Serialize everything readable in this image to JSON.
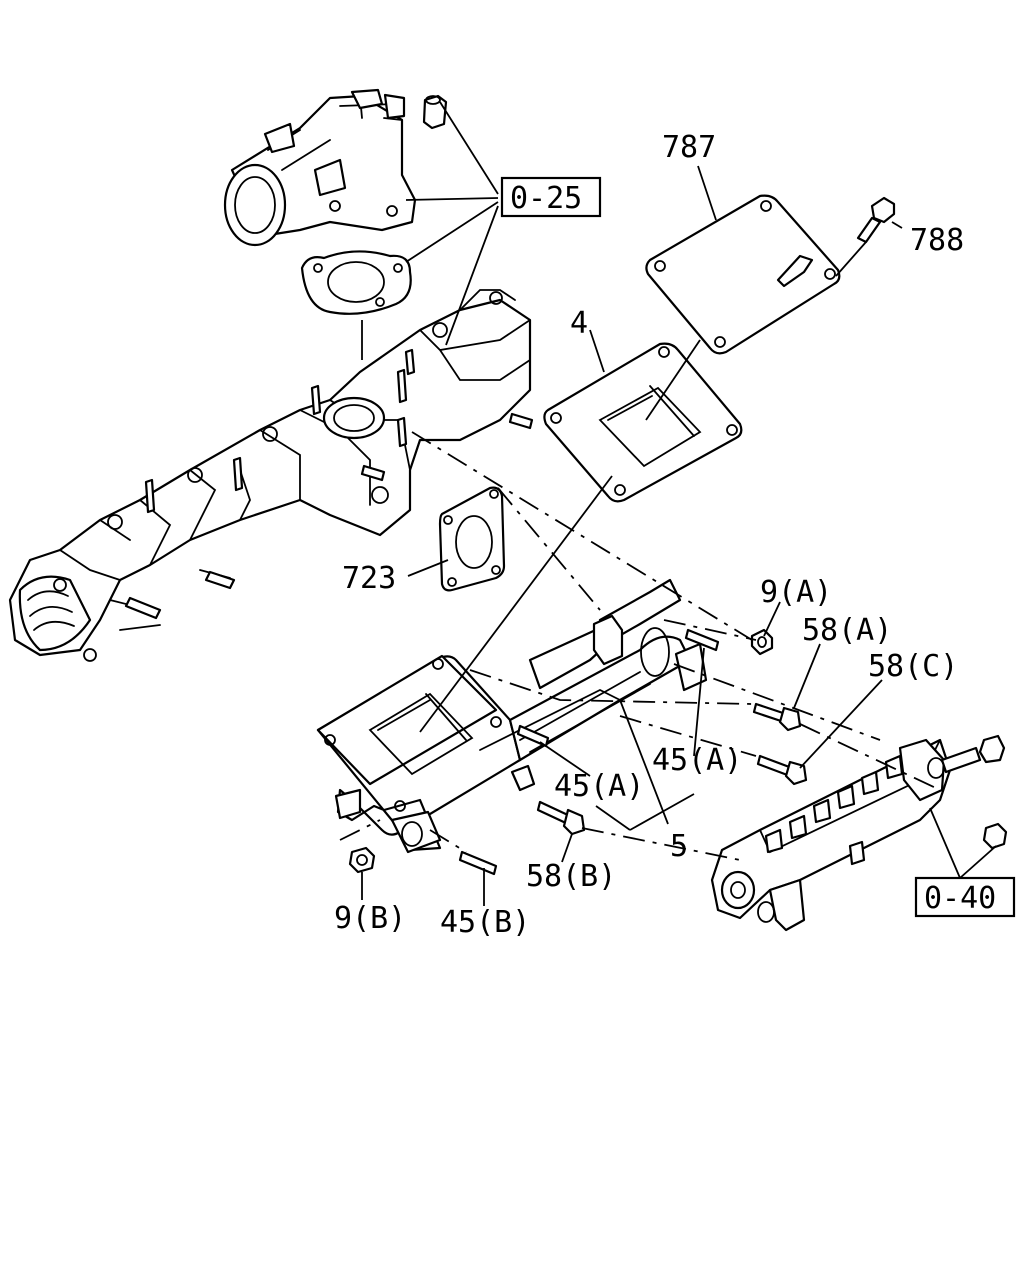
{
  "callouts": {
    "ref_0_25": "0-25",
    "p787": "787",
    "p788": "788",
    "p4": "4",
    "p723": "723",
    "p9a": "9(A)",
    "p58a": "58(A)",
    "p58c": "58(C)",
    "p45a_upper": "45(A)",
    "p45a_lower": "45(A)",
    "p5": "5",
    "p58b": "58(B)",
    "p9b": "9(B)",
    "p45b": "45(B)",
    "ref_0_40": "0-40"
  }
}
